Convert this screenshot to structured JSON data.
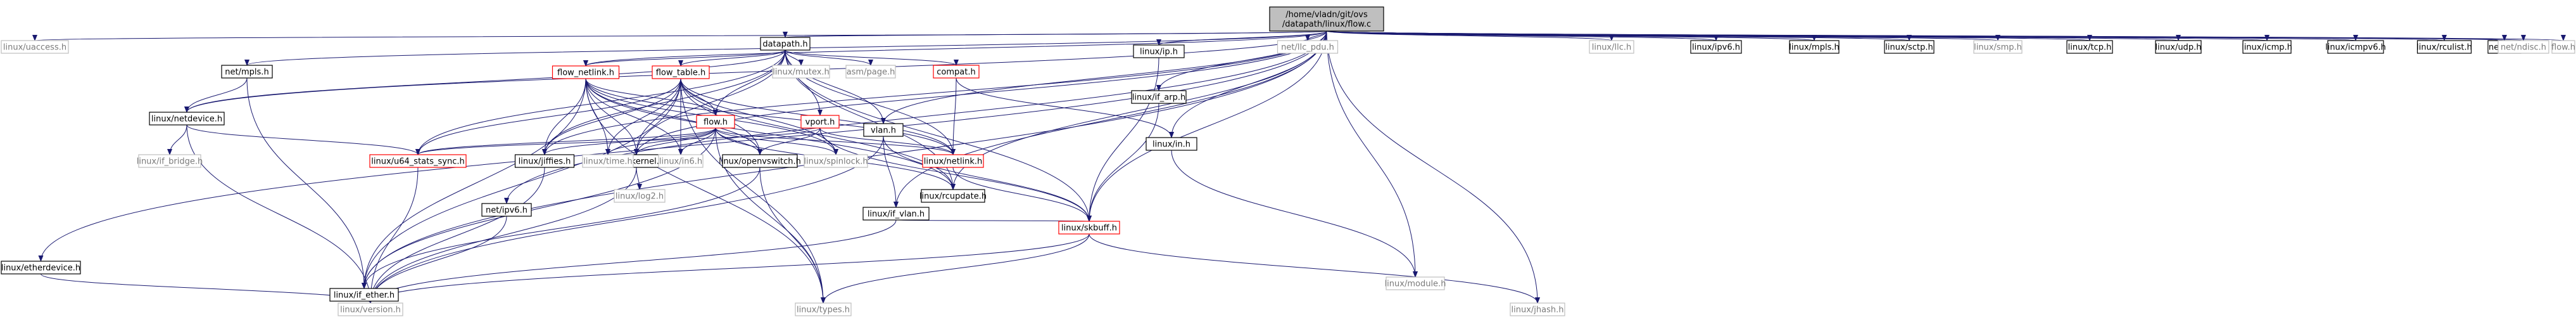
{
  "nodes": {
    "root": {
      "lines": [
        "/home/vladn/git/ovs",
        "/datapath/linux/flow.c"
      ],
      "style": "root"
    },
    "uaccess": {
      "lines": [
        "linux/uaccess.h"
      ],
      "style": "gray"
    },
    "netdevice": {
      "lines": [
        "linux/netdevice.h"
      ],
      "style": "black"
    },
    "etherdevice": {
      "lines": [
        "linux/etherdevice.h"
      ],
      "style": "black"
    },
    "if_ether": {
      "lines": [
        "linux/if_ether.h"
      ],
      "style": "black"
    },
    "if_vlan": {
      "lines": [
        "linux/if_vlan.h"
      ],
      "style": "black"
    },
    "net_llc_pdu": {
      "lines": [
        "net/llc_pdu.h"
      ],
      "style": "gray"
    },
    "kernel": {
      "lines": [
        "linux/kernel.h"
      ],
      "style": "black"
    },
    "jhash": {
      "lines": [
        "linux/jhash.h"
      ],
      "style": "gray"
    },
    "jiffies": {
      "lines": [
        "linux/jiffies.h"
      ],
      "style": "black"
    },
    "llc": {
      "lines": [
        "linux/llc.h"
      ],
      "style": "gray"
    },
    "module": {
      "lines": [
        "linux/module.h"
      ],
      "style": "gray"
    },
    "in": {
      "lines": [
        "linux/in.h"
      ],
      "style": "black"
    },
    "rcupdate": {
      "lines": [
        "linux/rcupdate.h"
      ],
      "style": "black"
    },
    "if_arp": {
      "lines": [
        "linux/if_arp.h"
      ],
      "style": "black"
    },
    "ip": {
      "lines": [
        "linux/ip.h"
      ],
      "style": "black"
    },
    "ipv6": {
      "lines": [
        "linux/ipv6.h"
      ],
      "style": "black"
    },
    "mpls": {
      "lines": [
        "linux/mpls.h"
      ],
      "style": "black"
    },
    "sctp": {
      "lines": [
        "linux/sctp.h"
      ],
      "style": "black"
    },
    "smp": {
      "lines": [
        "linux/smp.h"
      ],
      "style": "gray"
    },
    "tcp": {
      "lines": [
        "linux/tcp.h"
      ],
      "style": "black"
    },
    "udp": {
      "lines": [
        "linux/udp.h"
      ],
      "style": "black"
    },
    "icmp": {
      "lines": [
        "linux/icmp.h"
      ],
      "style": "black"
    },
    "icmpv6": {
      "lines": [
        "linux/icmpv6.h"
      ],
      "style": "black"
    },
    "rculist": {
      "lines": [
        "linux/rculist.h"
      ],
      "style": "black"
    },
    "net_ip": {
      "lines": [
        "net/ip.h"
      ],
      "style": "black"
    },
    "ndisc": {
      "lines": [
        "net/ndisc.h"
      ],
      "style": "gray"
    },
    "flow": {
      "lines": [
        "flow.h"
      ],
      "style": "gray"
    },
    "net_mpls": {
      "lines": [
        "net/mpls.h"
      ],
      "style": "black"
    },
    "datapath": {
      "lines": [
        "datapath.h"
      ],
      "style": "black"
    },
    "flow_netlink": {
      "lines": [
        "flow_netlink.h"
      ],
      "style": "red"
    },
    "flow_table": {
      "lines": [
        "flow_table.h"
      ],
      "style": "red"
    },
    "mutex": {
      "lines": [
        "linux/mutex.h"
      ],
      "style": "gray"
    },
    "asm_page": {
      "lines": [
        "asm/page.h"
      ],
      "style": "gray"
    },
    "compat": {
      "lines": [
        "compat.h"
      ],
      "style": "red"
    },
    "vlan": {
      "lines": [
        "vlan.h"
      ],
      "style": "black"
    },
    "if_bridge": {
      "lines": [
        "linux/if_bridge.h"
      ],
      "style": "gray"
    },
    "u64_stats_sync": {
      "lines": [
        "linux/u64_stats_sync.h"
      ],
      "style": "red"
    },
    "flow_h": {
      "lines": [
        "flow.h"
      ],
      "style": "red"
    },
    "vport": {
      "lines": [
        "vport.h"
      ],
      "style": "red"
    },
    "time": {
      "lines": [
        "linux/time.h"
      ],
      "style": "gray"
    },
    "in6": {
      "lines": [
        "linux/in6.h"
      ],
      "style": "gray"
    },
    "openvswitch": {
      "lines": [
        "linux/openvswitch.h"
      ],
      "style": "black"
    },
    "spinlock": {
      "lines": [
        "linux/spinlock.h"
      ],
      "style": "gray"
    },
    "netlink": {
      "lines": [
        "linux/netlink.h"
      ],
      "style": "red"
    },
    "log2": {
      "lines": [
        "linux/log2.h"
      ],
      "style": "gray"
    },
    "net_ipv6": {
      "lines": [
        "net/ipv6.h"
      ],
      "style": "black"
    },
    "skbuff": {
      "lines": [
        "linux/skbuff.h"
      ],
      "style": "red"
    },
    "version": {
      "lines": [
        "linux/version.h"
      ],
      "style": "gray"
    },
    "types": {
      "lines": [
        "linux/types.h"
      ],
      "style": "gray"
    }
  }
}
